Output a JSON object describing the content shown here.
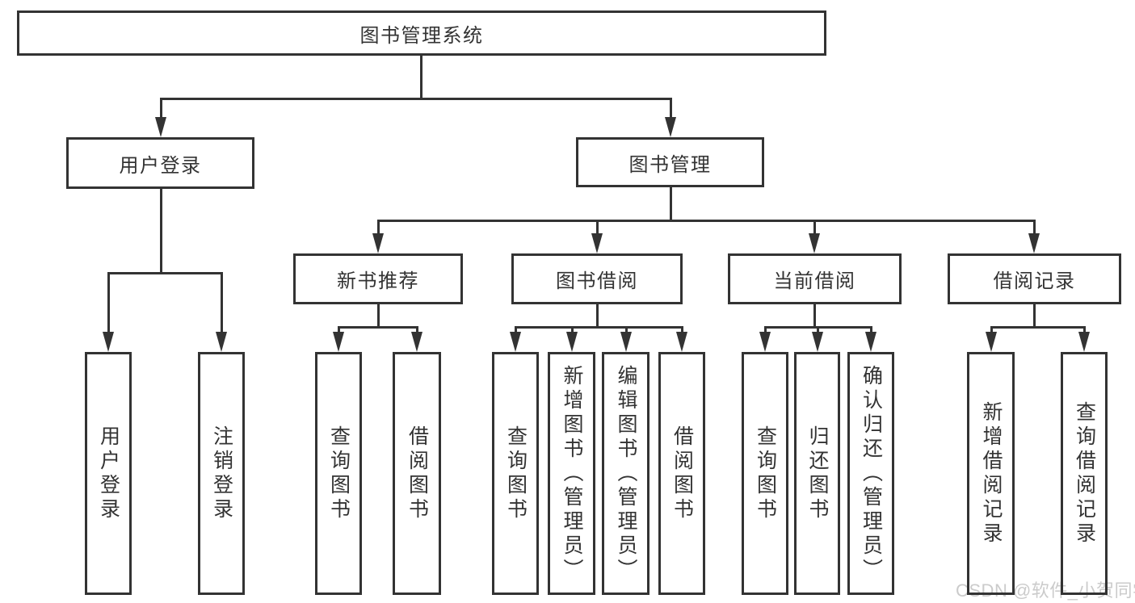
{
  "diagram": {
    "root": {
      "label": "图书管理系统"
    },
    "level2": [
      {
        "label": "用户登录"
      },
      {
        "label": "图书管理"
      }
    ],
    "level3": [
      {
        "label": "新书推荐"
      },
      {
        "label": "图书借阅"
      },
      {
        "label": "当前借阅"
      },
      {
        "label": "借阅记录"
      }
    ],
    "leaves": {
      "user_login": [
        {
          "label": "用户登录"
        },
        {
          "label": "注销登录"
        }
      ],
      "new_books": [
        {
          "label": "查询图书"
        },
        {
          "label": "借阅图书"
        }
      ],
      "book_borrow": [
        {
          "label": "查询图书"
        },
        {
          "label": "新增图书（管理员）"
        },
        {
          "label": "编辑图书（管理员）"
        },
        {
          "label": "借阅图书"
        }
      ],
      "current_borrow": [
        {
          "label": "查询图书"
        },
        {
          "label": "归还图书"
        },
        {
          "label": "确认归还（管理员）"
        }
      ],
      "borrow_records": [
        {
          "label": "新增借阅记录"
        },
        {
          "label": "查询借阅记录"
        }
      ]
    },
    "colors": {
      "line": "#333333",
      "text": "#333333",
      "background": "#ffffff",
      "watermark": "#cbcbcb"
    }
  },
  "watermark": {
    "text": "CSDN @软件_小贺同学"
  }
}
